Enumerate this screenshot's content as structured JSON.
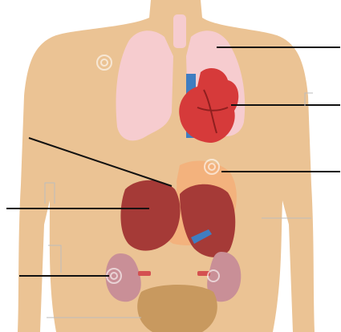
{
  "diagram": {
    "colors": {
      "skin": "#EBC394",
      "lungs": "#F6CCCF",
      "heart": "#D63A3A",
      "aorta_blue": "#3F7DC1",
      "liver": "#A53A37",
      "stomach": "#F3B27D",
      "kidney": "#C98F97",
      "bladder": "#C8995F",
      "leader_line": "#111111"
    },
    "organs": [
      "lungs",
      "heart",
      "stomach",
      "liver",
      "kidneys",
      "bladder"
    ],
    "label_lines": [
      {
        "id": "lungs-line",
        "points_to": "lungs"
      },
      {
        "id": "heart-line",
        "points_to": "heart"
      },
      {
        "id": "stomach-line",
        "points_to": "stomach"
      },
      {
        "id": "liver-line-left",
        "points_to": "liver"
      },
      {
        "id": "liver-line-diagonal",
        "points_to": "liver"
      },
      {
        "id": "kidney-line",
        "points_to": "kidney"
      }
    ]
  }
}
